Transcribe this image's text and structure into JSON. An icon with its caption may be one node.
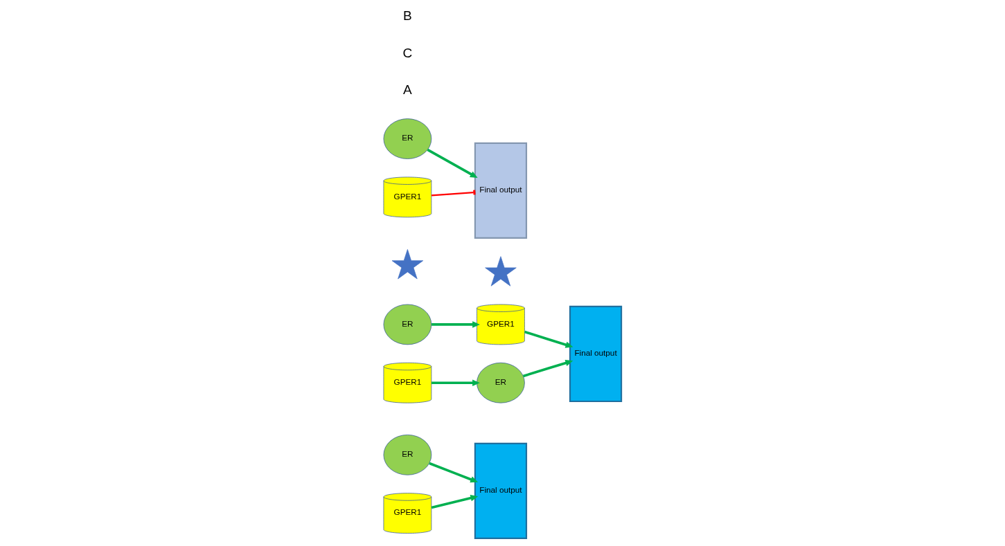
{
  "diagram": {
    "nodes": [
      {
        "text": [
          "ER"
        ]
      },
      {
        "text": [
          "GPER1"
        ]
      },
      {
        "text": [
          "Final output"
        ]
      },
      {
        "text": [
          "ER"
        ]
      },
      {
        "text": [],
        "shape": "star"
      },
      {
        "text": [
          "GPER1"
        ]
      },
      {
        "text": [
          "Final output"
        ]
      },
      {
        "text": [],
        "shape": "star"
      },
      {
        "text": [
          "GPER1"
        ]
      },
      {
        "text": [
          "ER"
        ]
      },
      {
        "text": [
          "ER"
        ]
      },
      {
        "text": [
          "GPER1"
        ]
      },
      {
        "text": [
          "Final output"
        ]
      }
    ],
    "edges": [
      {
        "from": 0,
        "to": 2,
        "arrow": "to"
      },
      {
        "from": 1,
        "to": 2,
        "arrow": "to"
      },
      {
        "from": 3,
        "to": 5,
        "arrow": "to"
      },
      {
        "from": 5,
        "to": 6,
        "arrow": "to"
      },
      {
        "from": 8,
        "to": 9,
        "arrow": "to"
      },
      {
        "from": 9,
        "to": 6,
        "arrow": "to"
      },
      {
        "from": 10,
        "to": 12,
        "arrow": "to"
      },
      {
        "from": 11,
        "to": 12,
        "arrow": "other",
        "color": "#ff0000"
      }
    ],
    "labels": [
      "A",
      "C",
      "B"
    ]
  }
}
